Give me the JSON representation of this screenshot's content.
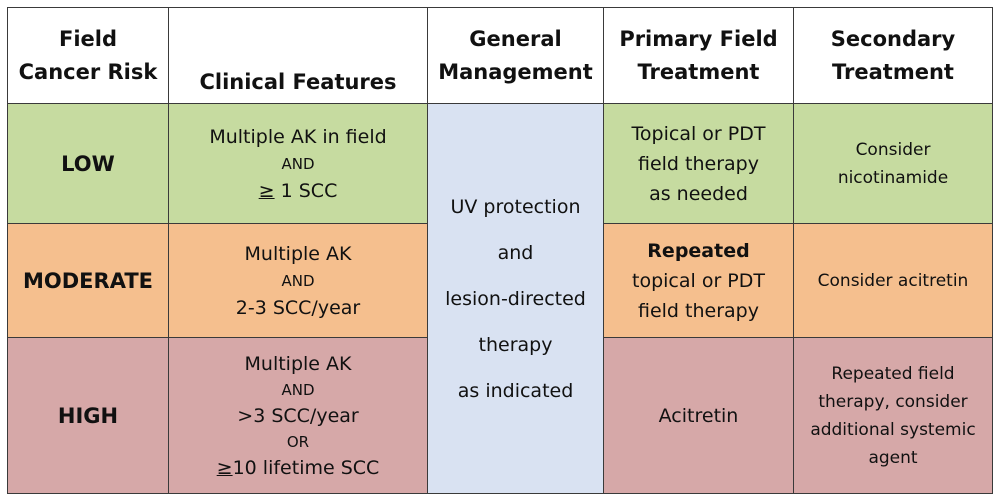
{
  "headers": {
    "risk": [
      "Field",
      "Cancer Risk"
    ],
    "features": "Clinical Features",
    "general": [
      "General",
      "Management"
    ],
    "primary": [
      "Primary Field",
      "Treatment"
    ],
    "secondary": [
      "Secondary",
      "Treatment"
    ]
  },
  "general_management": [
    "UV protection",
    "and",
    "lesion-directed",
    "therapy",
    "as indicated"
  ],
  "rows": {
    "low": {
      "risk": "LOW",
      "features": {
        "line1": "Multiple AK in field",
        "and": "AND",
        "ge_symbol": "≥",
        "line3_rest": " 1 SCC"
      },
      "primary": [
        "Topical or PDT",
        "field therapy",
        "as needed"
      ],
      "secondary": [
        "Consider",
        "nicotinamide"
      ]
    },
    "moderate": {
      "risk": "MODERATE",
      "features": {
        "line1": "Multiple AK",
        "and": "AND",
        "line3": "2-3 SCC/year"
      },
      "primary": {
        "bold": "Repeated",
        "lines": [
          "topical or PDT",
          "field therapy"
        ]
      },
      "secondary": "Consider acitretin"
    },
    "high": {
      "risk": "HIGH",
      "features": {
        "line1": "Multiple AK",
        "and": "AND",
        "line3": ">3 SCC/year",
        "or": "OR",
        "ge_symbol": "≥",
        "line5_rest": "10 lifetime SCC"
      },
      "primary": "Acitretin",
      "secondary": [
        "Repeated",
        "field therapy,",
        "consider",
        "additional",
        "systemic agent"
      ]
    }
  },
  "colors": {
    "low": "#c6dba0",
    "moderate": "#f5bf8e",
    "high": "#d6a8a8",
    "general": "#d9e2f2",
    "border": "#3a3a3a"
  }
}
